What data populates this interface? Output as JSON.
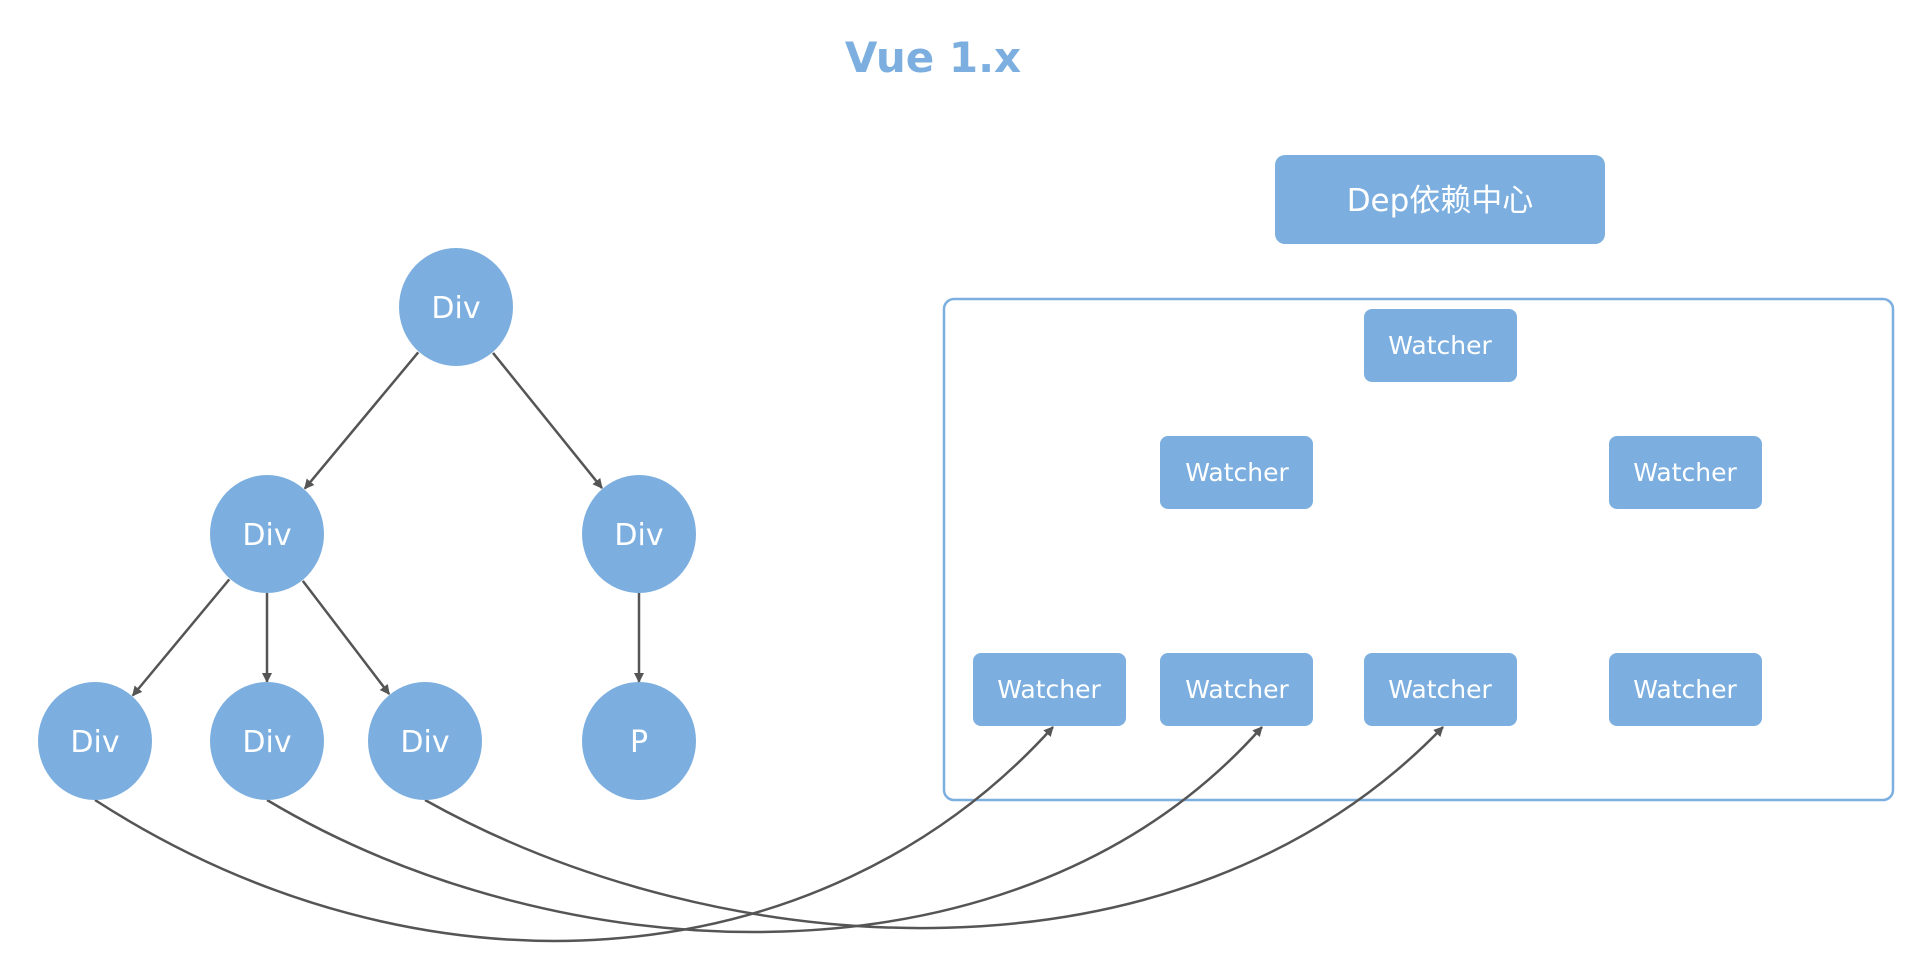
{
  "title": "Vue 1.x",
  "dep_center": {
    "label": "Dep依赖中心"
  },
  "tree": {
    "nodes": [
      {
        "id": "root",
        "label": "Div"
      },
      {
        "id": "mid-left",
        "label": "Div"
      },
      {
        "id": "mid-right",
        "label": "Div"
      },
      {
        "id": "leaf-1",
        "label": "Div"
      },
      {
        "id": "leaf-2",
        "label": "Div"
      },
      {
        "id": "leaf-3",
        "label": "Div"
      },
      {
        "id": "leaf-p",
        "label": "P"
      }
    ],
    "edges": [
      {
        "from": "root",
        "to": "mid-left"
      },
      {
        "from": "root",
        "to": "mid-right"
      },
      {
        "from": "mid-left",
        "to": "leaf-1"
      },
      {
        "from": "mid-left",
        "to": "leaf-2"
      },
      {
        "from": "mid-left",
        "to": "leaf-3"
      },
      {
        "from": "mid-right",
        "to": "leaf-p"
      }
    ]
  },
  "watchers": [
    {
      "id": "w-top",
      "label": "Watcher"
    },
    {
      "id": "w-mid-left",
      "label": "Watcher"
    },
    {
      "id": "w-mid-right",
      "label": "Watcher"
    },
    {
      "id": "w-bottom-1",
      "label": "Watcher"
    },
    {
      "id": "w-bottom-2",
      "label": "Watcher"
    },
    {
      "id": "w-bottom-3",
      "label": "Watcher"
    },
    {
      "id": "w-bottom-4",
      "label": "Watcher"
    }
  ],
  "links": [
    {
      "from": "leaf-1",
      "to": "w-bottom-1"
    },
    {
      "from": "leaf-2",
      "to": "w-bottom-2"
    },
    {
      "from": "leaf-3",
      "to": "w-bottom-3"
    }
  ],
  "colors": {
    "node_fill": "#7cafdf",
    "title": "#7cafdf",
    "frame_stroke": "#7cafdf",
    "edge": "#555555",
    "text": "#ffffff"
  }
}
